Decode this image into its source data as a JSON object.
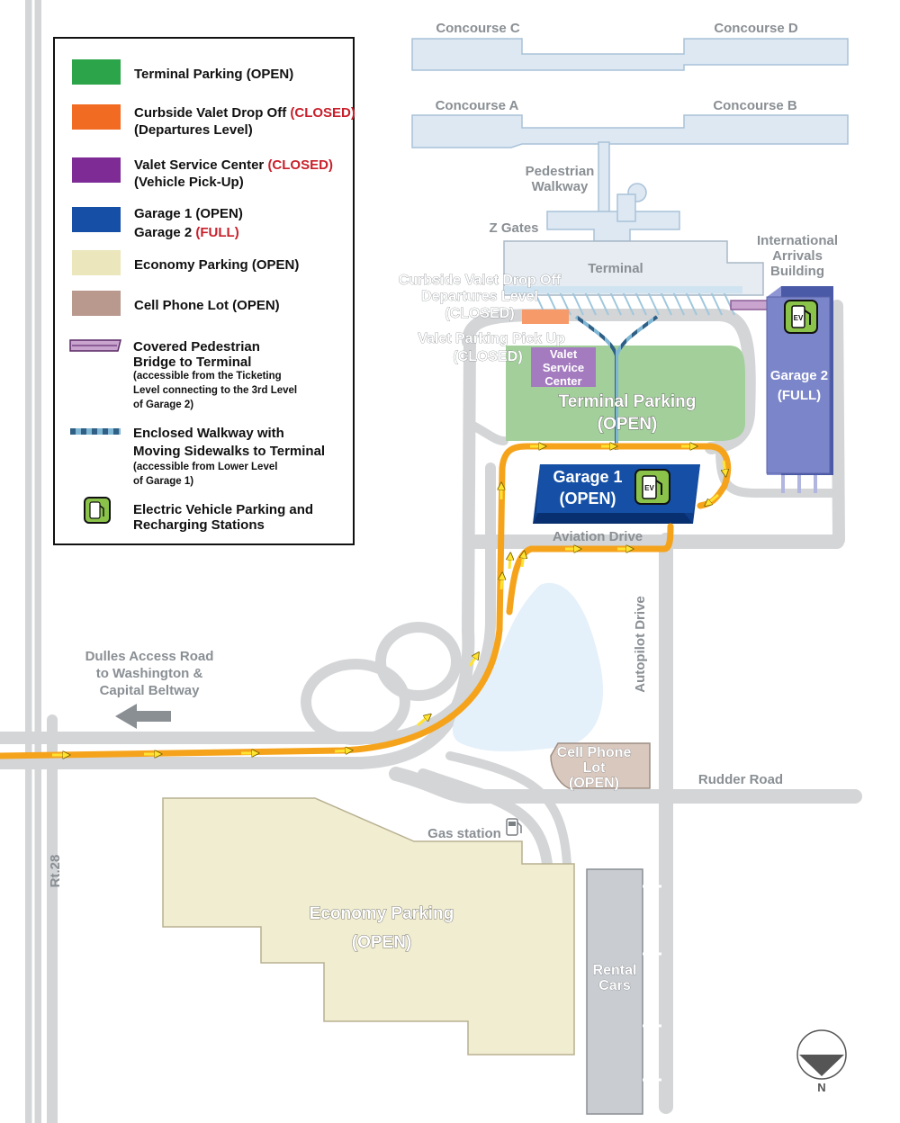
{
  "legend": {
    "terminal_parking": {
      "label": "Terminal Parking (OPEN)",
      "color": "#2ba44a"
    },
    "curbside_valet": {
      "label": "Curbside Valet Drop Off",
      "status": "(CLOSED)",
      "line2": "(Departures Level)",
      "color": "#f26b22"
    },
    "valet_service": {
      "label": "Valet Service Center",
      "status": "(CLOSED)",
      "line2": "(Vehicle Pick-Up)",
      "color": "#7e2b96"
    },
    "garages": {
      "line1": "Garage 1 (OPEN)",
      "line2_label": "Garage 2",
      "line2_status": "(FULL)",
      "color": "#1550a6"
    },
    "economy": {
      "label": "Economy Parking (OPEN)",
      "color": "#ebe6bc"
    },
    "cell_lot": {
      "label": "Cell Phone Lot (OPEN)",
      "color": "#b9988e"
    },
    "covered_bridge": {
      "line1": "Covered Pedestrian",
      "line2": "Bridge to Terminal",
      "sub1": "(accessible from the Ticketing",
      "sub2": "Level connecting to the 3rd Level",
      "sub3": "of Garage 2)"
    },
    "enclosed_walkway": {
      "line1": "Enclosed Walkway with",
      "line2": "Moving Sidewalks to Terminal",
      "sub1": "(accessible from Lower Level",
      "sub2": "of Garage 1)"
    },
    "ev": {
      "line1": "Electric Vehicle Parking and",
      "line2": "Recharging Stations"
    }
  },
  "concourses": {
    "c": "Concourse C",
    "d": "Concourse D",
    "a": "Concourse A",
    "b": "Concourse B"
  },
  "labels": {
    "ped_walkway_1": "Pedestrian",
    "ped_walkway_2": "Walkway",
    "z_gates": "Z Gates",
    "terminal": "Terminal",
    "intl_1": "International",
    "intl_2": "Arrivals",
    "intl_3": "Building",
    "curbside_1": "Curbside Valet Drop Off",
    "curbside_2": "Departures Level",
    "curbside_3": "(CLOSED)",
    "valet_pickup_1": "Valet Parking Pick Up",
    "valet_pickup_2": "(CLOSED)",
    "valet_center_1": "Valet",
    "valet_center_2": "Service",
    "valet_center_3": "Center",
    "terminal_parking_1": "Terminal Parking",
    "terminal_parking_2": "(OPEN)",
    "garage1_1": "Garage 1",
    "garage1_2": "(OPEN)",
    "garage2_1": "Garage 2",
    "garage2_2": "(FULL)",
    "aviation_drive": "Aviation Drive",
    "autopilot_drive": "Autopilot Drive",
    "rudder_road": "Rudder Road",
    "dulles_1": "Dulles Access Road",
    "dulles_2": "to Washington &",
    "dulles_3": "Capital Beltway",
    "cell_1": "Cell Phone",
    "cell_2": "Lot",
    "cell_3": "(OPEN)",
    "gas_station": "Gas station",
    "economy_1": "Economy Parking",
    "economy_2": "(OPEN)",
    "rental_1": "Rental",
    "rental_2": "Cars",
    "rt28": "Rt.28",
    "north": "N",
    "ev_badge": "EV"
  },
  "colors": {
    "road": "#d3d5d7",
    "route": "#f5a31b",
    "concourse": "#dde8f3",
    "terminal_parking": "#a2cf9a",
    "garage1": "#1550a6",
    "garage2": "#7b85c9",
    "economy": "#f1edd0",
    "cell": "#d9c8be",
    "rental": "#c9ccd0",
    "water": "#e4f0fa",
    "valet_center": "#a47bbf",
    "valet_dropoff": "#f79a6a"
  }
}
